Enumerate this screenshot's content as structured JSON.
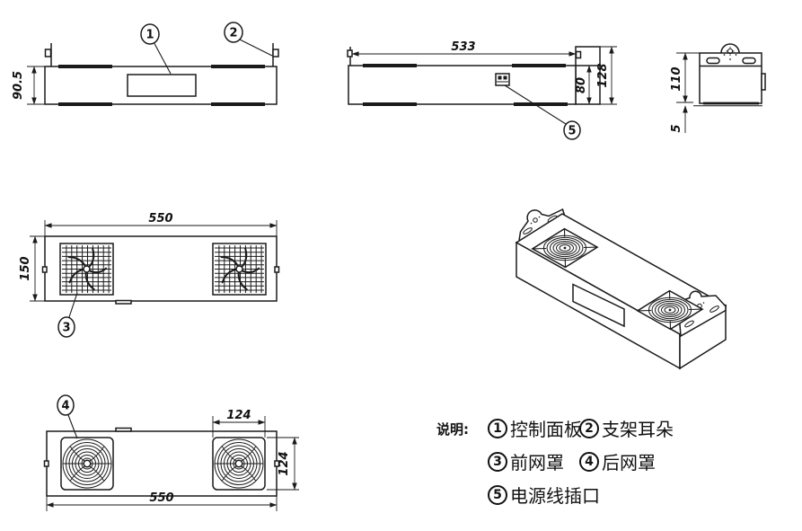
{
  "drawing": {
    "legend": {
      "title": "说明:",
      "items": [
        {
          "num": "1",
          "label": "控制面板"
        },
        {
          "num": "2",
          "label": "支架耳朵"
        },
        {
          "num": "3",
          "label": "前网罩"
        },
        {
          "num": "4",
          "label": "后网罩"
        },
        {
          "num": "5",
          "label": "电源线插口"
        }
      ]
    },
    "dims": {
      "front_height": "90.5",
      "rear_width": "533",
      "rear_body_height": "80",
      "rear_total_height": "128",
      "side_height": "110",
      "side_gap": "5",
      "face_width": "550",
      "face_height": "150",
      "fan_pitch_width": "124",
      "fan_pitch_height": "124",
      "bottom_width": "550"
    },
    "colors": {
      "line": "#1a1a1a",
      "background": "#ffffff"
    }
  }
}
